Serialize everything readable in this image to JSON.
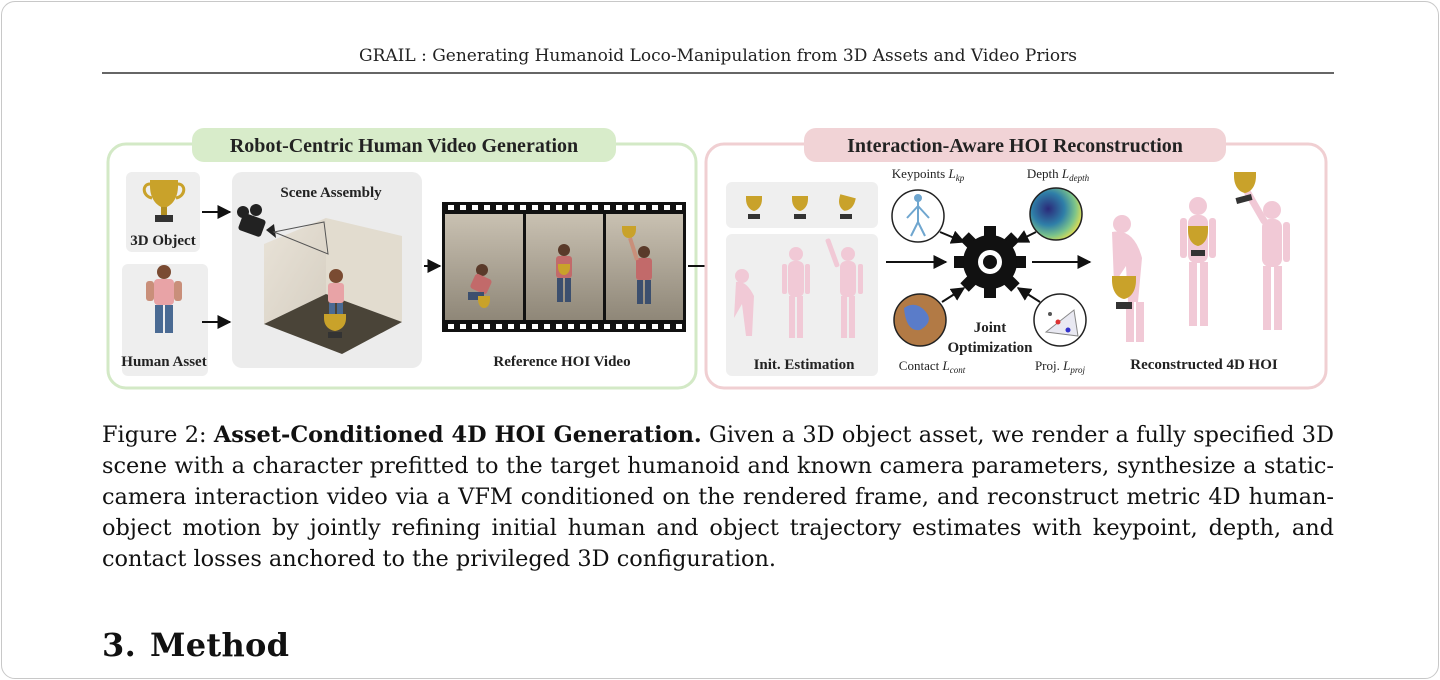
{
  "running_head": "GRAIL : Generating Humanoid Loco-Manipulation from 3D Assets and Video Priors",
  "figure": {
    "left_panel_title": "Robot-Centric Human Video Generation",
    "right_panel_title": "Interaction-Aware HOI Reconstruction",
    "labels": {
      "object": "3D Object",
      "human": "Human Asset",
      "scene": "Scene Assembly",
      "video": "Reference HOI Video",
      "init": "Init. Estimation",
      "joint_1": "Joint",
      "joint_2": "Optimization",
      "recon": "Reconstructed 4D HOI"
    },
    "losses": {
      "keypoints": "Keypoints",
      "keypoints_sym": "L",
      "keypoints_sub": "kp",
      "depth": "Depth",
      "depth_sym": "L",
      "depth_sub": "depth",
      "contact": "Contact",
      "contact_sym": "L",
      "contact_sub": "cont",
      "proj": "Proj.",
      "proj_sym": "L",
      "proj_sub": "proj"
    },
    "colors": {
      "left_panel": "#d3e9c6",
      "right_panel": "#f0cfd2",
      "mesh": "#f1c9d6",
      "gold": "#c9a22a"
    }
  },
  "caption": {
    "label": "Figure 2:",
    "title": "Asset-Conditioned 4D HOI Generation.",
    "body": "Given a 3D object asset, we render a fully specified 3D scene with a character prefitted to the target humanoid and known camera parameters, synthesize a static-camera interaction video via a VFM conditioned on the rendered frame, and reconstruct metric 4D human-object motion by jointly refining initial human and object trajectory estimates with keypoint, depth, and contact losses anchored to the privileged 3D configuration."
  },
  "section": {
    "number": "3.",
    "title": "Method"
  }
}
